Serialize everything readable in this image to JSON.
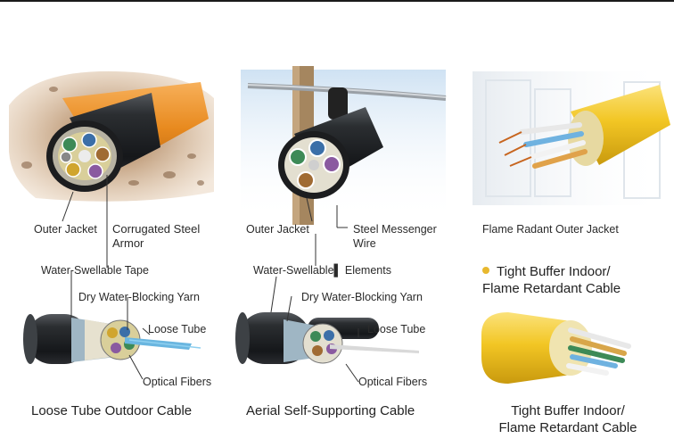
{
  "panels": [
    {
      "title": "Loose Tube Outdoor Cable",
      "labels": {
        "outer_jacket": "Outer Jacket",
        "armor": "Corrugated Steel Armor",
        "tape": "Water-Swellable Tape",
        "yarn": "Dry Water-Blocking Yarn",
        "loose_tube": "Loose Tube",
        "fibers": "Optical Fibers"
      }
    },
    {
      "title": "Aerial Self-Supporting Cable",
      "labels": {
        "outer_jacket": "Outer Jacket",
        "messenger": "Steel Messenger Wire",
        "elements": "Water-Swellable▌ Elements",
        "yarn": "Dry Water-Blocking Yarn",
        "loose_tube": "Loose Tube",
        "fibers": "Optical Fibers"
      }
    },
    {
      "title": "Tight Buffer Indoor/ Flame Retardant Cable",
      "labels": {
        "jacket": "Flame Radant Outer Jacket",
        "bullet_title": "Tight Buffer Indoor/ Flame Retardant Cable"
      }
    }
  ],
  "colors": {
    "jacket_black": "#1e2124",
    "orange_sheath": "#e88a1f",
    "yellow_jacket": "#f2c624",
    "soil": "#8a5a32",
    "bullet": "#e8b82e",
    "leader_line": "#333333"
  },
  "icons": [
    "bullet-dot-icon"
  ]
}
